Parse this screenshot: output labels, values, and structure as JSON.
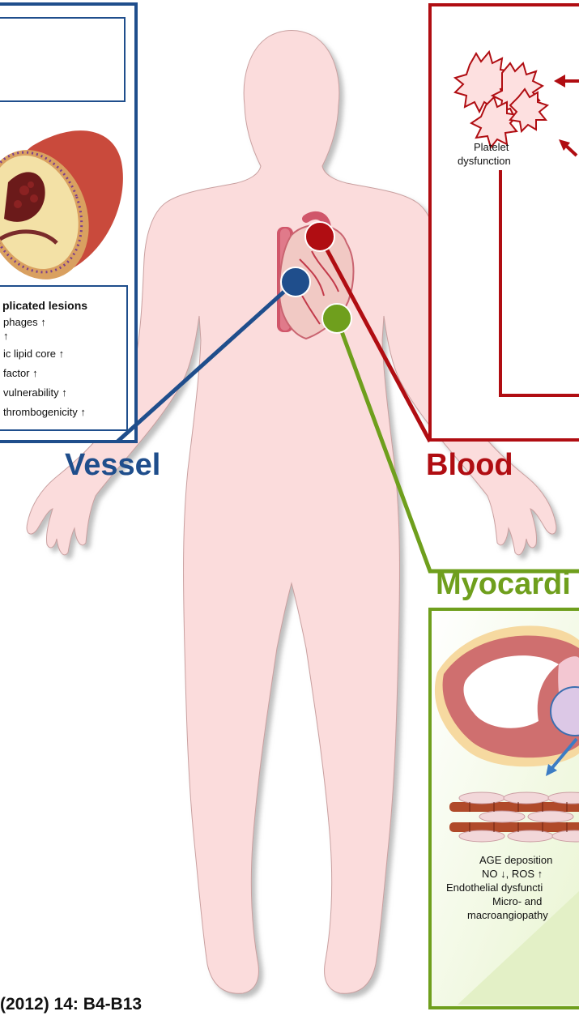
{
  "vessel": {
    "title": "Vessel",
    "lesions_header": "plicated lesions",
    "lesion_items": [
      "phages ↑",
      "↑",
      "ic lipid core ↑",
      "factor ↑",
      "vulnerability ↑",
      "thrombogenicity ↑"
    ]
  },
  "blood": {
    "title": "Blood",
    "platelet_label_1": "Platelet",
    "platelet_label_2": "dysfunction"
  },
  "myocardium": {
    "title": "Myocardi",
    "items": [
      "AGE deposition",
      "NO ↓, ROS ↑",
      "Endothelial dysfuncti",
      "Micro- and",
      "macroangiopathy"
    ]
  },
  "citation": "(2012) 14: B4-B13",
  "colors": {
    "vessel": "#1f4e8c",
    "blood": "#b00d12",
    "myocardium": "#6f9f1d",
    "body": "#fbdcdc"
  }
}
